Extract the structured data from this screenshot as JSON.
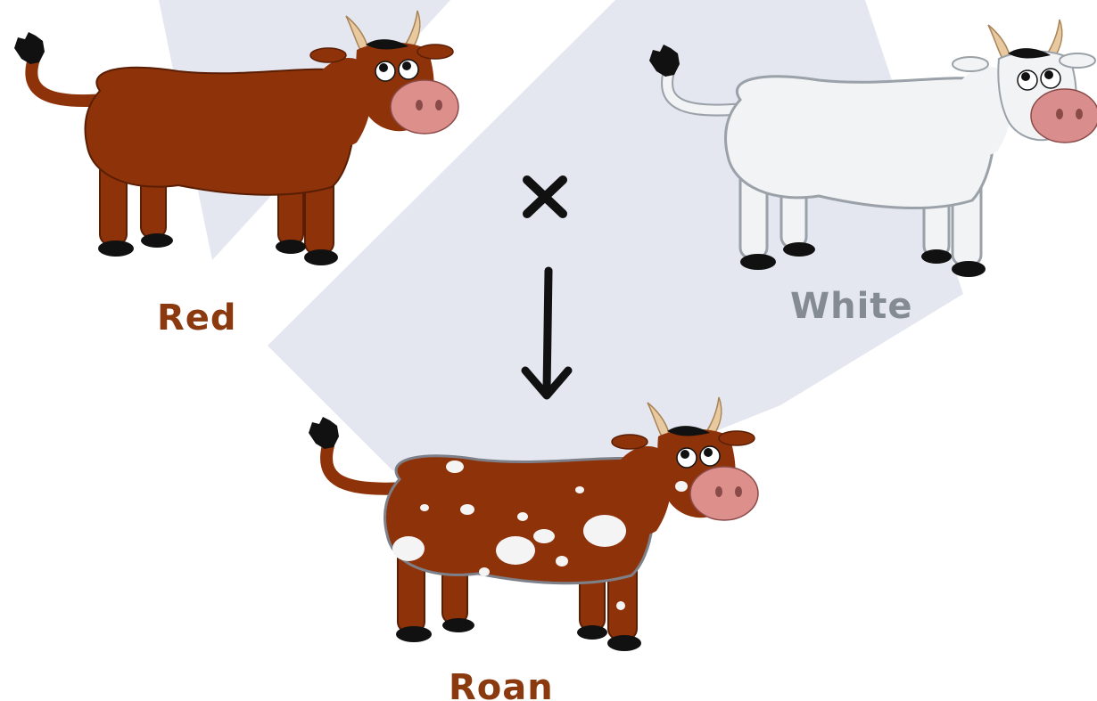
{
  "parents": {
    "red": {
      "label": "Red",
      "label_color": "#8b3a10",
      "body_color": "#8e3309"
    },
    "white": {
      "label": "White",
      "label_color": "#858b93",
      "body_color": "#f2f3f5"
    }
  },
  "offspring": {
    "label": "Roan",
    "label_color": "#8b3a10",
    "body_color": "#8e3309",
    "spot_color": "#f4f4f4"
  },
  "symbols": {
    "cross": "cross-icon",
    "arrow": "down-arrow-icon"
  },
  "watermark_color": "#e4e7f0"
}
